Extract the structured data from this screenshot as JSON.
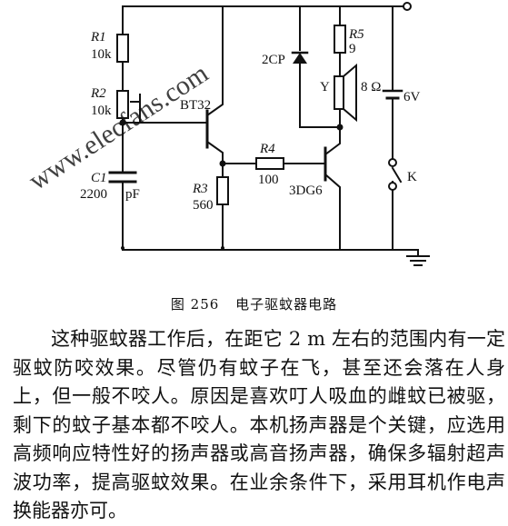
{
  "diagram": {
    "labels": {
      "r1_name": "R1",
      "r1_value": "10k",
      "r2_name": "R2",
      "r2_value": "10k",
      "c1_name": "C1",
      "c1_value": "2200",
      "c1_unit": "pF",
      "r3_name": "R3",
      "r3_value": "560",
      "r4_name": "R4",
      "r4_value": "100",
      "r5_name": "R5",
      "r5_value": "9",
      "bt32": "BT32",
      "diode": "2CP",
      "transistor": "3DG6",
      "speaker": "Y",
      "speaker_ohm": "8 Ω",
      "battery": "6V",
      "switch": "K"
    },
    "watermark": "www.elecfans.com"
  },
  "caption": {
    "figure_no": "图 256",
    "title": "电子驱蚊器电路"
  },
  "body": {
    "para1": "这种驱蚊器工作后，在距它 2 m 左右的范围内有一定驱蚊防咬效果。尽管仍有蚊子在飞，甚至还会落在人身上，但一般不咬人。原因是喜欢叮人吸血的雌蚊已被驱，剩下的蚊子基本都不咬人。本机扬声器是个关键，应选用高频响应特性好的扬声器或高音扬声器，确保多辐射超声波功率，提高驱蚊效果。在业余条件下，采用耳机作电声换能器亦可。"
  }
}
